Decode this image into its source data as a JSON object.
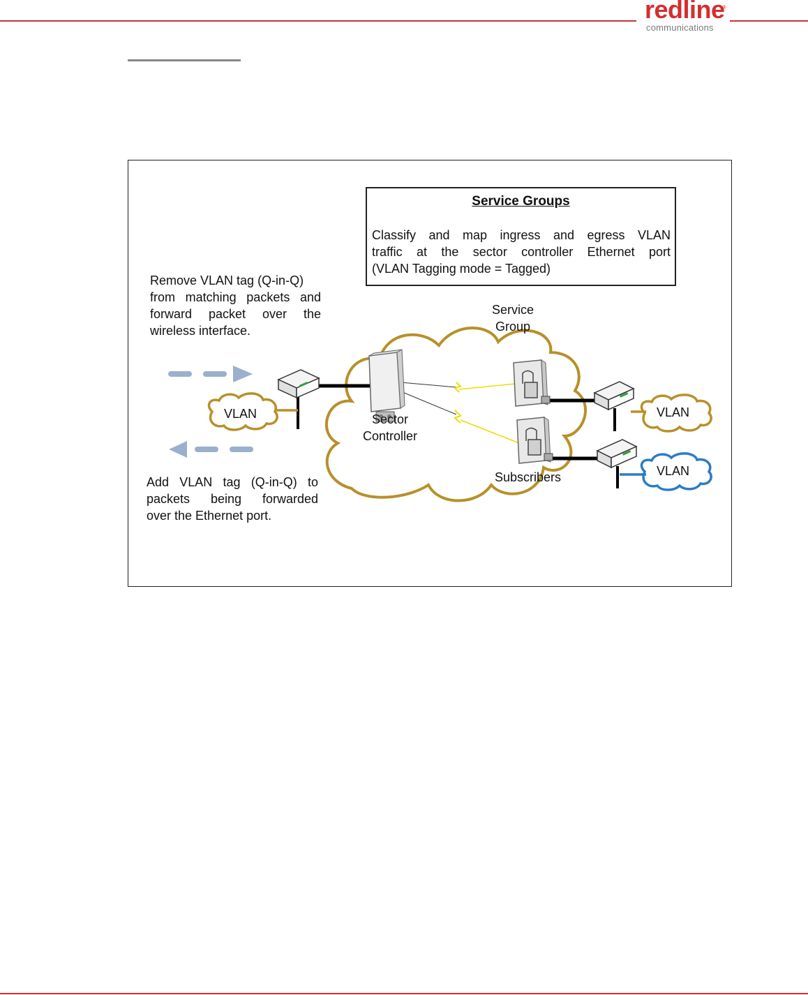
{
  "brand": {
    "name": "redline",
    "registered": "®",
    "tagline": "communications"
  },
  "diagram": {
    "service_groups_box": {
      "title": "Service Groups",
      "line1": "Classify and map ingress and egress VLAN",
      "line2": "traffic at the sector controller Ethernet port",
      "line3": "(VLAN Tagging mode = Tagged)"
    },
    "remove_tag_text": {
      "line1": "Remove VLAN tag (Q-in-Q)",
      "line2": "from matching packets and",
      "line3": "forward packet over the",
      "line4": "wireless interface."
    },
    "add_tag_text": {
      "line1": "Add VLAN tag (Q-in-Q) to",
      "line2": "packets being forwarded",
      "line3": "over the Ethernet port."
    },
    "service_group_label": {
      "line1": "Service",
      "line2": "Group"
    },
    "sector_controller_label": {
      "line1": "Sector",
      "line2": "Controller"
    },
    "subscribers_label": "Subscribers",
    "vlan_left": "VLAN",
    "vlan_right_top": "VLAN",
    "vlan_right_bottom": "VLAN",
    "colors": {
      "cloud_outline": "#b8902a",
      "vlan_blue": "#2a7cc7",
      "arrow_blue": "#9ab0cc",
      "brand_red": "#d32f2f"
    }
  }
}
